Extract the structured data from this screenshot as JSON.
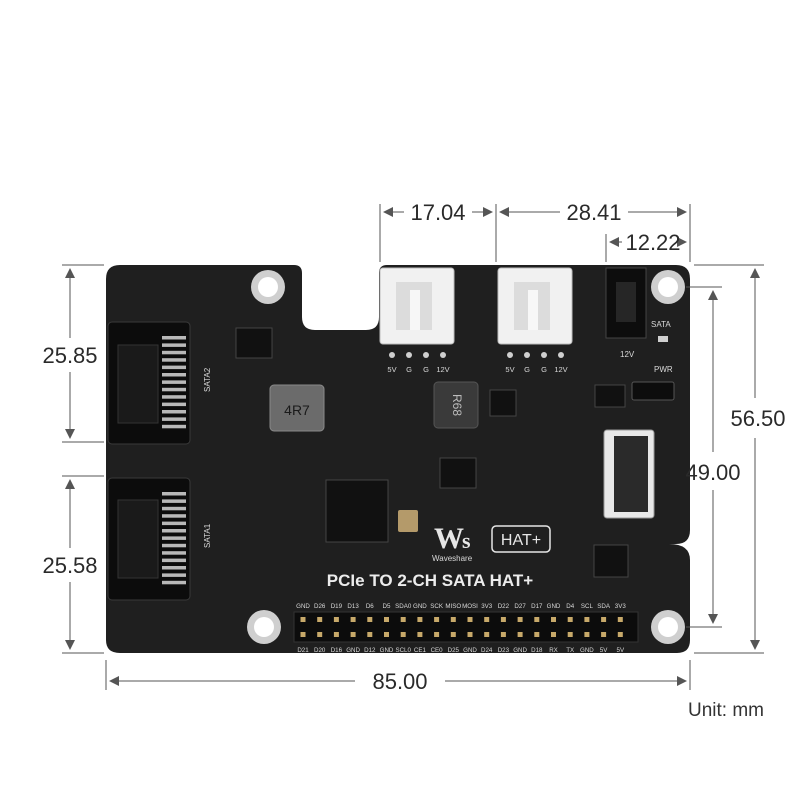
{
  "dimensions": {
    "width_total": "85.00",
    "height_total": "56.50",
    "hole_spacing_vertical": "49.00",
    "sata2_height": "25.85",
    "sata1_height": "25.58",
    "connector_gap_left": "17.04",
    "connector_gap_right": "28.41",
    "power_jack_width": "12.22"
  },
  "unit_label": "Unit: mm",
  "board": {
    "title": "PCIe TO 2-CH SATA HAT+",
    "brand": "Waveshare",
    "hat_badge": "HAT+",
    "inductor_left": "4R7",
    "inductor_right": "R68",
    "sata1_label": "SATA1",
    "sata2_label": "SATA2",
    "sata_led_label": "SATA",
    "pwr_led_label": "PWR",
    "jack_label": "12V",
    "power_pins": [
      "5V",
      "G",
      "G",
      "12V"
    ],
    "header_top_pins": [
      "GND",
      "D26",
      "D19",
      "D13",
      "D6",
      "D5",
      "SDA0",
      "GND",
      "SCK",
      "MISO",
      "MOSI",
      "3V3",
      "D22",
      "D27",
      "D17",
      "GND",
      "D4",
      "SCL",
      "SDA",
      "3V3"
    ],
    "header_bottom_pins": [
      "D21",
      "D20",
      "D16",
      "GND",
      "D12",
      "GND",
      "SCL0",
      "CE1",
      "CE0",
      "D25",
      "GND",
      "D24",
      "D23",
      "GND",
      "D18",
      "RX",
      "TX",
      "GND",
      "5V",
      "5V"
    ]
  },
  "colors": {
    "board": "#1f1f1f",
    "silkscreen": "#d9d9d9",
    "connector": "#f1f1f1",
    "dimension_line": "#555555"
  }
}
